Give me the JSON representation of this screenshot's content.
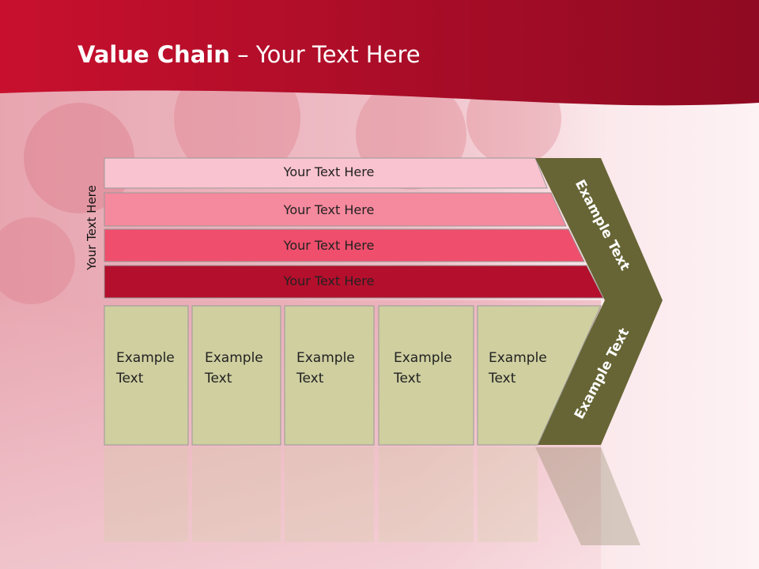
{
  "slide": {
    "title_bold": "Value Chain",
    "title_rest": " – Your Text Here",
    "side_label": "Your Text Here",
    "rows": [
      {
        "label": "Your Text Here",
        "color": "#f9c3cf"
      },
      {
        "label": "Your Text Here",
        "color": "#f5899d"
      },
      {
        "label": "Your Text Here",
        "color": "#ef4f6c"
      },
      {
        "label": "Your Text Here",
        "color": "#b40f2c"
      }
    ],
    "cells": [
      {
        "line1": "Example",
        "line2": "Text"
      },
      {
        "line1": "Example",
        "line2": "Text"
      },
      {
        "line1": "Example",
        "line2": "Text"
      },
      {
        "line1": "Example",
        "line2": "Text"
      },
      {
        "line1": "Example",
        "line2": "Text"
      }
    ],
    "chevron_top_label": "Example Text",
    "chevron_bottom_label": "Example Text",
    "colors": {
      "header": "#a0102a",
      "cell_fill": "#cfcfa0",
      "chevron": "#676535"
    }
  }
}
